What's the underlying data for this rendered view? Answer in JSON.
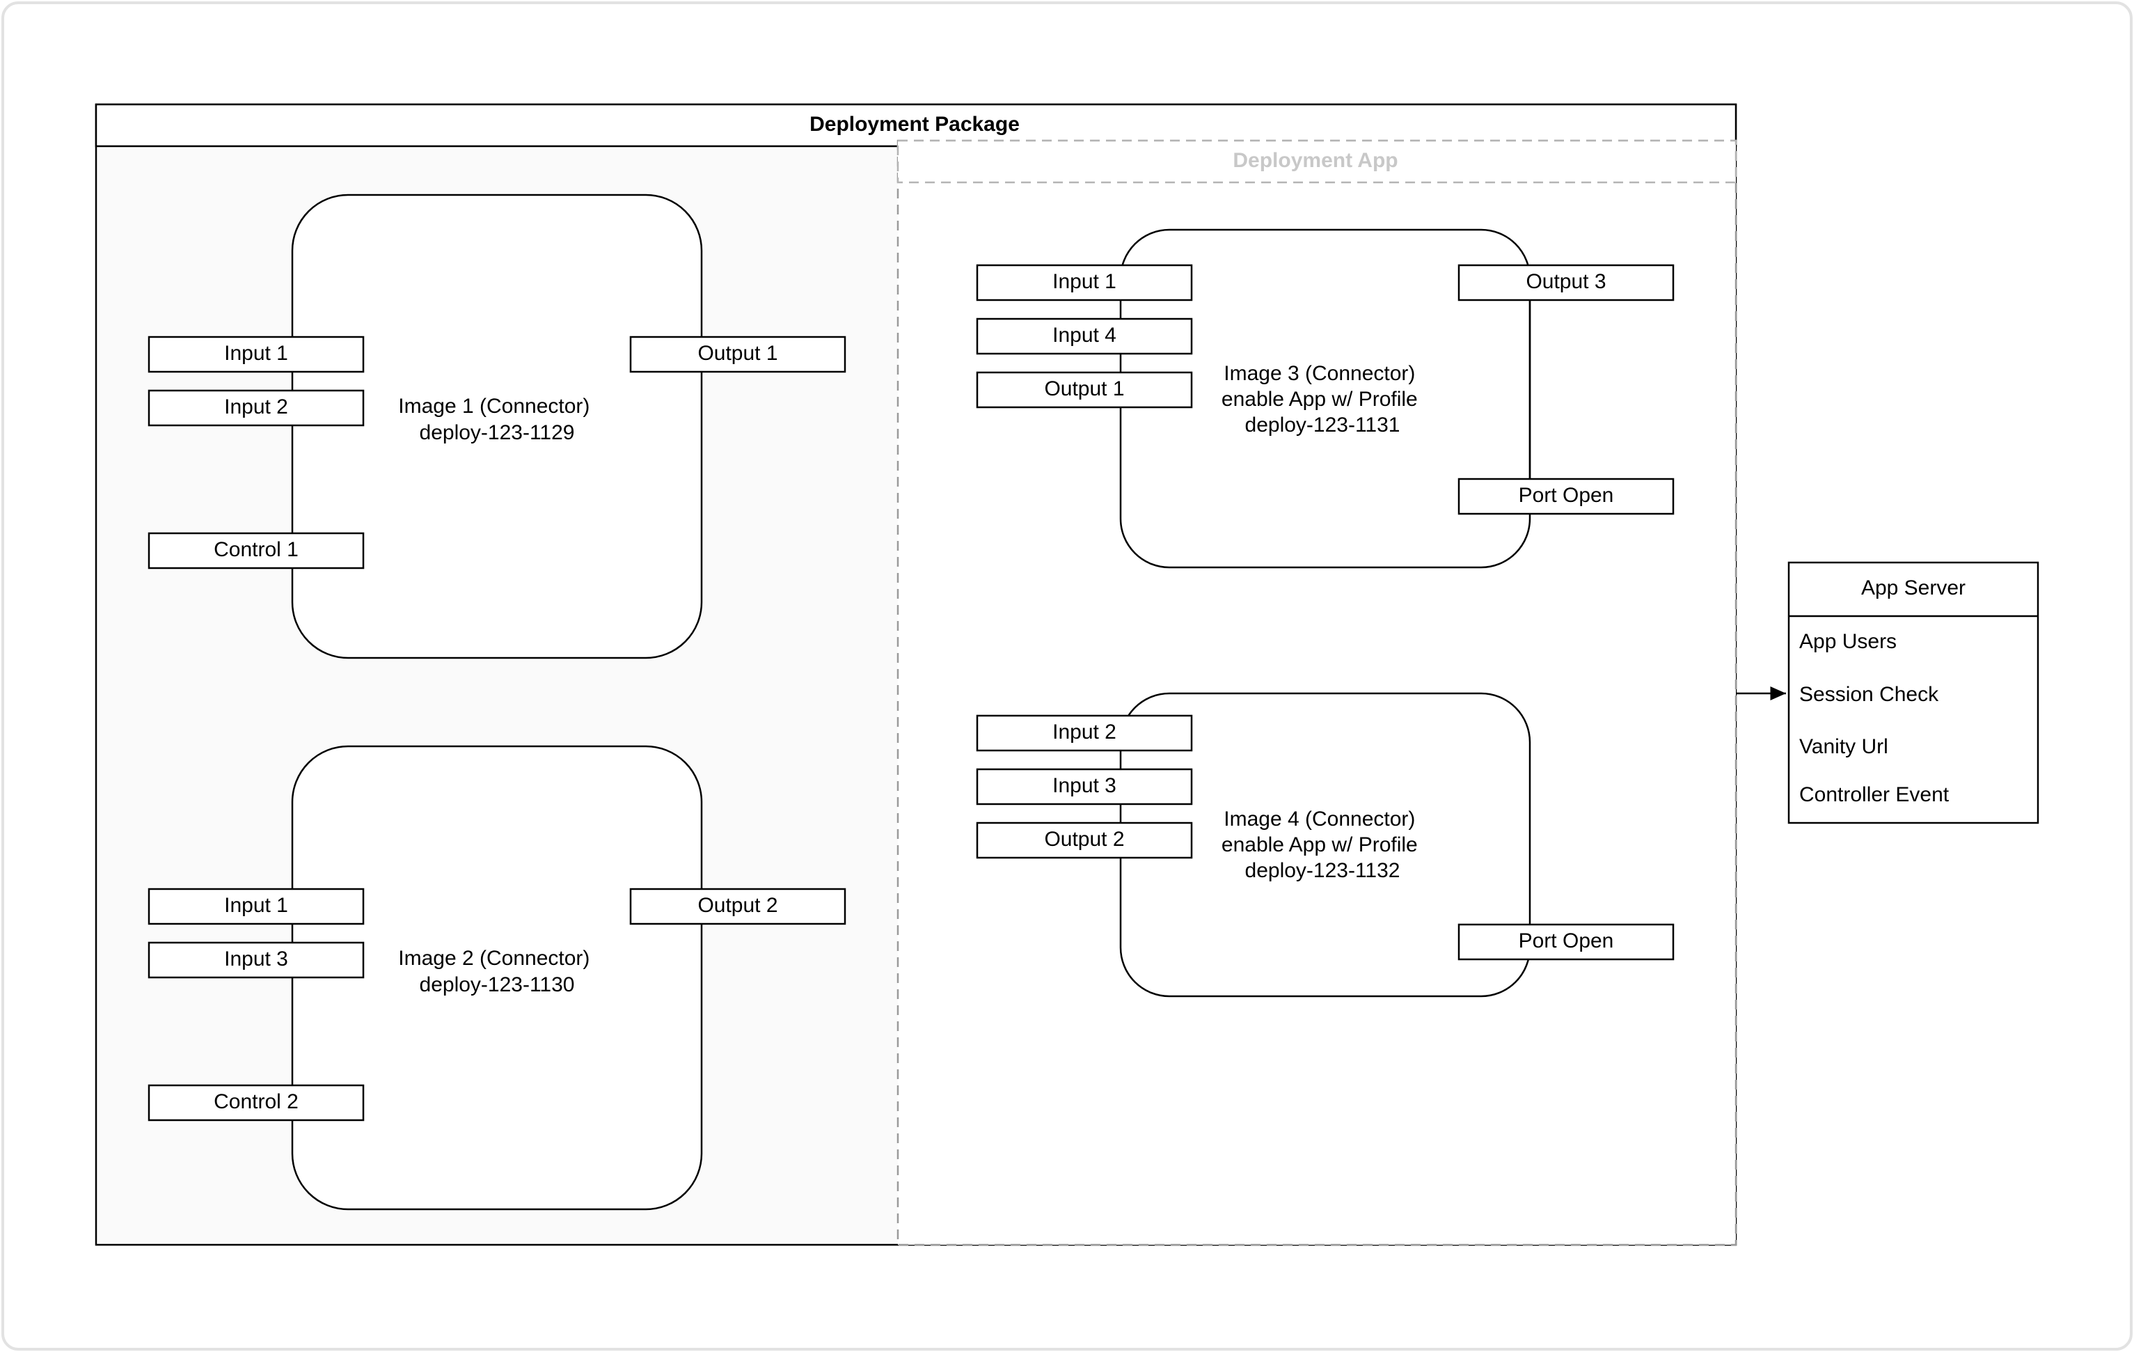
{
  "colors": {
    "frame_border": "#e2e2e2",
    "package_fill": "#fafafa",
    "app_dashed": "#9a9a9a",
    "app_title": "#c8c8c8",
    "line": "#000000"
  },
  "package": {
    "title": "Deployment Package",
    "images": [
      {
        "lines": [
          "Image 1 (Connector)",
          "deploy-123-1129"
        ],
        "inputs": [
          "Input 1",
          "Input 2"
        ],
        "control": "Control 1",
        "output": "Output 1"
      },
      {
        "lines": [
          "Image 2 (Connector)",
          "deploy-123-1130"
        ],
        "inputs": [
          "Input 1",
          "Input 3"
        ],
        "control": "Control 2",
        "output": "Output 2"
      }
    ]
  },
  "app": {
    "title": "Deployment App",
    "images": [
      {
        "lines": [
          "Image 3 (Connector)",
          "enable App w/ Profile",
          "deploy-123-1131"
        ],
        "left_ports": [
          "Input 1",
          "Input 4",
          "Output 1"
        ],
        "right_top": "Output 3",
        "right_bottom": "Port Open"
      },
      {
        "lines": [
          "Image 4 (Connector)",
          "enable App w/ Profile",
          "deploy-123-1132"
        ],
        "left_ports": [
          "Input 2",
          "Input 3",
          "Output 2"
        ],
        "right_top": "",
        "right_bottom": "Port Open"
      }
    ]
  },
  "server": {
    "title": "App Server",
    "items": [
      "App Users",
      "Session Check",
      "Vanity Url",
      "Controller Event"
    ]
  }
}
